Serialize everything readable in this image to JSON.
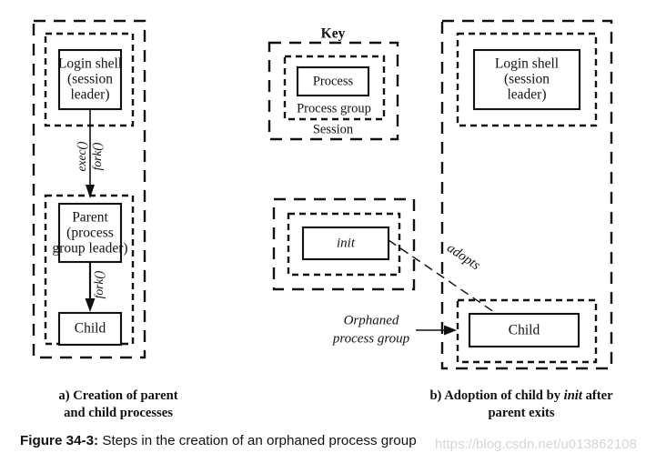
{
  "figure": {
    "number": "Figure 34-3:",
    "caption": " Steps in the creation of an orphaned process group"
  },
  "watermark": {
    "text": "https://blog.csdn.net/u013862108"
  },
  "panel_a": {
    "caption_line1": "a) Creation of parent",
    "caption_line2": "and child processes",
    "boxes": {
      "login_shell_line1": "Login shell",
      "login_shell_line2": "(session",
      "login_shell_line3": "leader)",
      "parent_line1": "Parent",
      "parent_line2": "(process",
      "parent_line3": "group leader)",
      "child": "Child"
    },
    "arrows": {
      "exec_label": "exec()",
      "fork_label_1": "fork()",
      "fork_label_2": "fork()"
    }
  },
  "key": {
    "title": "Key",
    "process_label": "Process",
    "process_group_label": "Process group",
    "session_label": "Session"
  },
  "panel_b": {
    "caption_part1": "b) Adoption of child by ",
    "caption_italic": "init",
    "caption_part2": " after",
    "caption_line2": "parent exits",
    "boxes": {
      "login_shell_line1": "Login shell",
      "login_shell_line2": "(session",
      "login_shell_line3": "leader)",
      "init": "init",
      "child": "Child"
    },
    "annotations": {
      "adopts_label": "adopts",
      "orphaned_line1": "Orphaned",
      "orphaned_line2": "process group"
    }
  },
  "colors": {
    "stroke": "#111111",
    "background": "#ffffff",
    "watermark": "#d6d6d6"
  }
}
